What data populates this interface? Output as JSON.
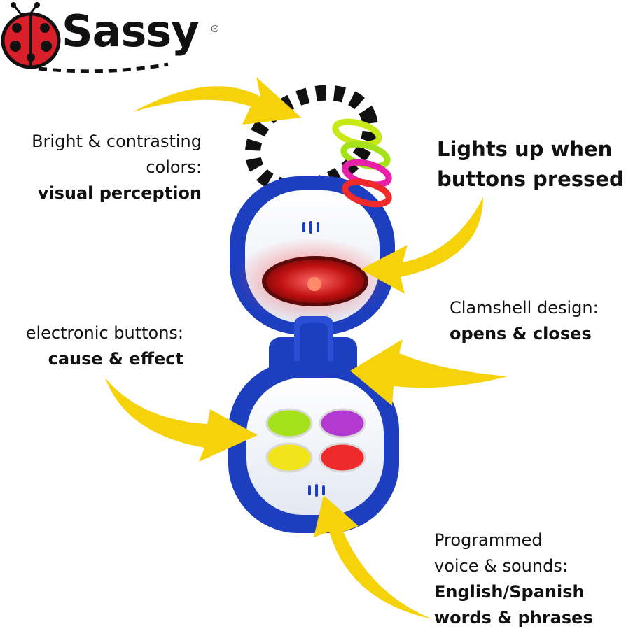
{
  "brand": {
    "name": "Sassy",
    "registered": "®"
  },
  "callouts": {
    "colors": {
      "line1": "Bright & contrasting",
      "line2": "colors:",
      "bold": "visual perception"
    },
    "lights": {
      "line1": "Lights up when",
      "line2": "buttons pressed"
    },
    "clamshell": {
      "line1": "Clamshell design:",
      "bold": "opens & closes"
    },
    "buttons": {
      "line1": "electronic buttons:",
      "bold": "cause & effect"
    },
    "voice": {
      "line1": "Programmed",
      "line2": "voice & sounds:",
      "bold1": "English/Spanish",
      "bold2": "words & phrases"
    }
  },
  "colors_used": {
    "arrow": "#f5d20a",
    "phone_blue": "#1d3fbf",
    "button_green": "#a6e21c",
    "button_purple": "#b33ad0",
    "button_yellow": "#f2e41a",
    "button_red": "#ee2a2a",
    "ladybug_red": "#d9202a"
  }
}
